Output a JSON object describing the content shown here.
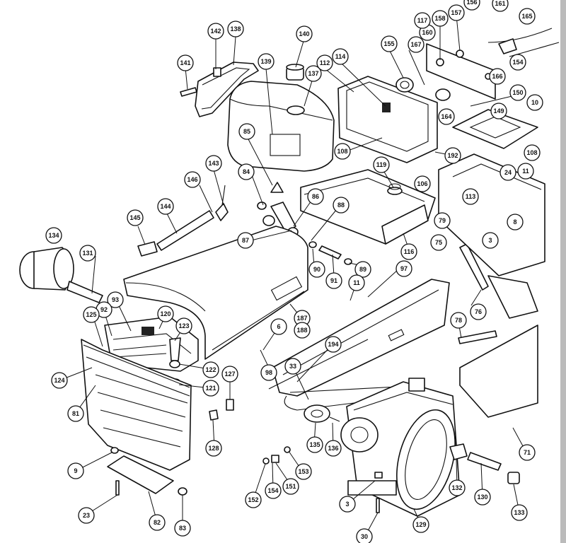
{
  "callouts": [
    {
      "id": "c142",
      "label": "142"
    },
    {
      "id": "c138",
      "label": "138"
    },
    {
      "id": "c140",
      "label": "140"
    },
    {
      "id": "c141",
      "label": "141"
    },
    {
      "id": "c139",
      "label": "139"
    },
    {
      "id": "c137",
      "label": "137"
    },
    {
      "id": "c112",
      "label": "112"
    },
    {
      "id": "c114",
      "label": "114"
    },
    {
      "id": "c155",
      "label": "155"
    },
    {
      "id": "c167",
      "label": "167"
    },
    {
      "id": "c160",
      "label": "160"
    },
    {
      "id": "c117",
      "label": "117"
    },
    {
      "id": "c158",
      "label": "158"
    },
    {
      "id": "c157",
      "label": "157"
    },
    {
      "id": "c156",
      "label": "156"
    },
    {
      "id": "c161",
      "label": "161"
    },
    {
      "id": "c165",
      "label": "165"
    },
    {
      "id": "c154",
      "label": "154"
    },
    {
      "id": "c166",
      "label": "166"
    },
    {
      "id": "c150",
      "label": "150"
    },
    {
      "id": "c149",
      "label": "149"
    },
    {
      "id": "c164",
      "label": "164"
    },
    {
      "id": "c10",
      "label": "10"
    },
    {
      "id": "c85",
      "label": "85"
    },
    {
      "id": "c108a",
      "label": "108"
    },
    {
      "id": "c192",
      "label": "192"
    },
    {
      "id": "c108b",
      "label": "108"
    },
    {
      "id": "c143",
      "label": "143"
    },
    {
      "id": "c146",
      "label": "146"
    },
    {
      "id": "c84",
      "label": "84"
    },
    {
      "id": "c119",
      "label": "119"
    },
    {
      "id": "c106",
      "label": "106"
    },
    {
      "id": "c24",
      "label": "24"
    },
    {
      "id": "c11a",
      "label": "11"
    },
    {
      "id": "c113",
      "label": "113"
    },
    {
      "id": "c144",
      "label": "144"
    },
    {
      "id": "c145",
      "label": "145"
    },
    {
      "id": "c86",
      "label": "86"
    },
    {
      "id": "c88",
      "label": "88"
    },
    {
      "id": "c79",
      "label": "79"
    },
    {
      "id": "c8",
      "label": "8"
    },
    {
      "id": "c87",
      "label": "87"
    },
    {
      "id": "c3a",
      "label": "3"
    },
    {
      "id": "c134",
      "label": "134"
    },
    {
      "id": "c131",
      "label": "131"
    },
    {
      "id": "c116",
      "label": "116"
    },
    {
      "id": "c75",
      "label": "75"
    },
    {
      "id": "c90",
      "label": "90"
    },
    {
      "id": "c89",
      "label": "89"
    },
    {
      "id": "c97",
      "label": "97"
    },
    {
      "id": "c91",
      "label": "91"
    },
    {
      "id": "c11b",
      "label": "11"
    },
    {
      "id": "c93",
      "label": "93"
    },
    {
      "id": "c92",
      "label": "92"
    },
    {
      "id": "c125",
      "label": "125"
    },
    {
      "id": "c120",
      "label": "120"
    },
    {
      "id": "c76",
      "label": "76"
    },
    {
      "id": "c187",
      "label": "187"
    },
    {
      "id": "c188",
      "label": "188"
    },
    {
      "id": "c123",
      "label": "123"
    },
    {
      "id": "c6",
      "label": "6"
    },
    {
      "id": "c78",
      "label": "78"
    },
    {
      "id": "c194",
      "label": "194"
    },
    {
      "id": "c98",
      "label": "98"
    },
    {
      "id": "c33",
      "label": "33"
    },
    {
      "id": "c124",
      "label": "124"
    },
    {
      "id": "c122",
      "label": "122"
    },
    {
      "id": "c127",
      "label": "127"
    },
    {
      "id": "c121",
      "label": "121"
    },
    {
      "id": "c81",
      "label": "81"
    },
    {
      "id": "c128",
      "label": "128"
    },
    {
      "id": "c135",
      "label": "135"
    },
    {
      "id": "c136",
      "label": "136"
    },
    {
      "id": "c71",
      "label": "71"
    },
    {
      "id": "c9",
      "label": "9"
    },
    {
      "id": "c153",
      "label": "153"
    },
    {
      "id": "c151",
      "label": "151"
    },
    {
      "id": "c154b",
      "label": "154"
    },
    {
      "id": "c152",
      "label": "152"
    },
    {
      "id": "c132",
      "label": "132"
    },
    {
      "id": "c130",
      "label": "130"
    },
    {
      "id": "c133",
      "label": "133"
    },
    {
      "id": "c3b",
      "label": "3"
    },
    {
      "id": "c23",
      "label": "23"
    },
    {
      "id": "c82",
      "label": "82"
    },
    {
      "id": "c83",
      "label": "83"
    },
    {
      "id": "c129",
      "label": "129"
    },
    {
      "id": "c30",
      "label": "30"
    }
  ]
}
